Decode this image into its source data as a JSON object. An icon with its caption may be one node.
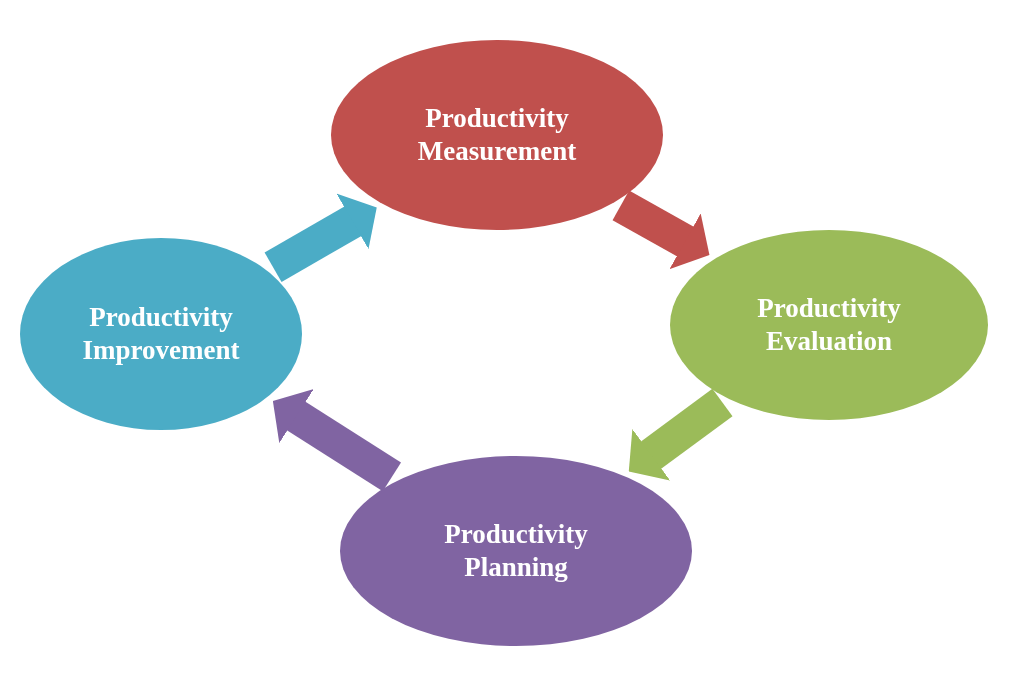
{
  "diagram": {
    "nodes": [
      {
        "text": [
          "Productivity Measurement"
        ]
      },
      {
        "text": [
          "Productivity Evaluation"
        ]
      },
      {
        "text": [
          "Productivity Planning"
        ]
      },
      {
        "text": [
          "Productivity Improvement"
        ]
      }
    ],
    "edges": [
      {
        "from": 0,
        "to": 1,
        "arrow": "to",
        "color": "#c0504d"
      },
      {
        "from": 1,
        "to": 2,
        "arrow": "to",
        "color": "#9bbb59"
      },
      {
        "from": 2,
        "to": 3,
        "arrow": "to",
        "color": "#8064a2"
      },
      {
        "from": 3,
        "to": 0,
        "arrow": "to",
        "color": "#4bacc6"
      }
    ]
  }
}
